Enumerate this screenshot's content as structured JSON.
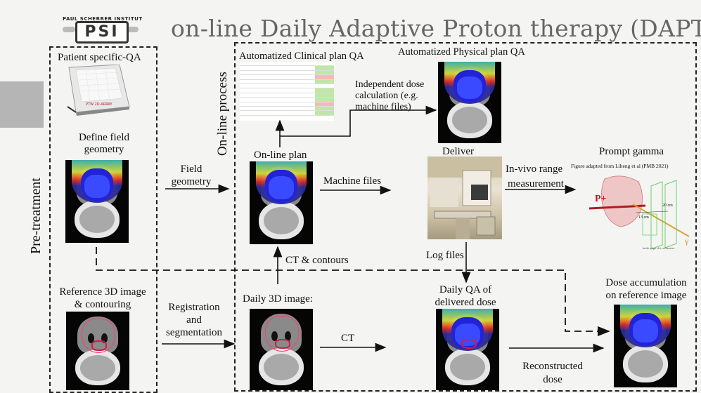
{
  "logo": {
    "institute": "PAUL SCHERRER INSTITUT",
    "mark": "PSI"
  },
  "title": "on-line Daily Adaptive Proton therapy (DAPT)",
  "sections": {
    "pretreatment": "Pre-treatment",
    "online": "On-line process"
  },
  "labels": {
    "patient_qa": "Patient specific-QA",
    "define_field_1": "Define field",
    "define_field_2": "geometry",
    "ref_image_1": "Reference 3D image",
    "ref_image_2": "& contouring",
    "field_geometry_1": "Field",
    "field_geometry_2": "geometry",
    "registration_1": "Registration",
    "registration_2": "and",
    "registration_3": "segmentation",
    "auto_clinical_qa": "Automatized Clinical plan QA",
    "auto_physical_qa": "Automatized Physical plan QA",
    "indep_dose_1": "Independent dose",
    "indep_dose_2": "calculation (e.g.",
    "indep_dose_3": "machine files)",
    "online_plan": "On-line plan",
    "machine_files": "Machine  files",
    "ct_contours": "CT & contours",
    "daily_image": "Daily 3D image:",
    "ct": "CT",
    "deliver": "Deliver",
    "log_files": "Log files",
    "daily_qa_1": "Daily QA of",
    "daily_qa_2": "delivered dose",
    "reconstructed_1": "Reconstructed",
    "reconstructed_2": "dose",
    "invivo_1": "In-vivo range",
    "invivo_2": "measurement",
    "prompt_gamma": "Prompt gamma",
    "fig_adapted": "Figure adapted from Liheng et al (PMB 2021)",
    "dose_accum_1": "Dose accumulation",
    "dose_accum_2": "on reference image"
  },
  "qa_device": {
    "label": "PTW 2D-ARRAY"
  },
  "gamma_figure": {
    "p_label": "P+",
    "gamma_label": "γ",
    "dist1": "20 cm",
    "dist2": "13 cm",
    "caption": "knife-edge slit collimator"
  },
  "colors": {
    "title": "#666666",
    "arrow": "#111111",
    "dose_blue": "#2222d8",
    "dose_red": "#d62a26"
  }
}
